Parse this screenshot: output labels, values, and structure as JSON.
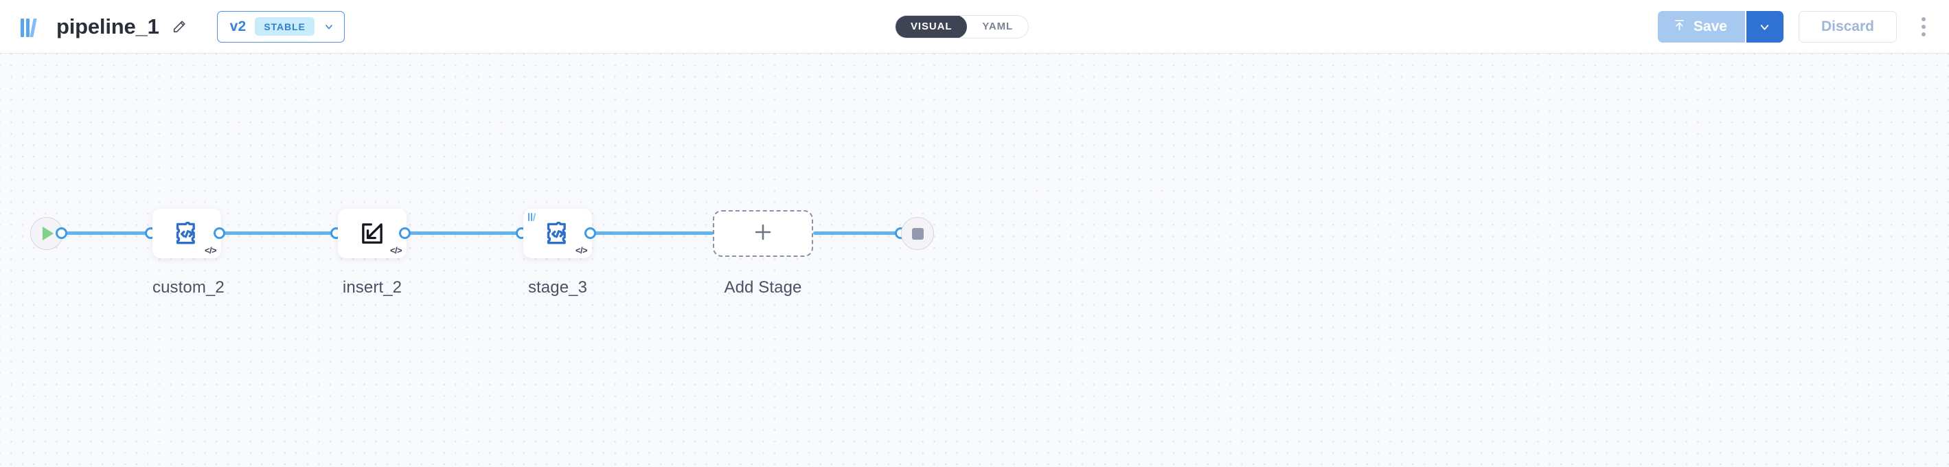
{
  "header": {
    "logo_icon": "brand-bars-logo",
    "title": "pipeline_1",
    "edit_icon": "pencil-icon",
    "version": {
      "label": "v2",
      "badge": "STABLE",
      "chevron_icon": "chevron-down-icon"
    },
    "mode_toggle": {
      "options": [
        {
          "label": "VISUAL",
          "active": true
        },
        {
          "label": "YAML",
          "active": false
        }
      ]
    },
    "actions": {
      "save_label": "Save",
      "save_icon": "upload-icon",
      "save_caret_icon": "chevron-down-icon",
      "discard_label": "Discard",
      "overflow_icon": "kebab-menu-icon"
    },
    "colors": {
      "accent_blue": "#3071d4",
      "save_disabled_blue": "#a8c9ef",
      "badge_bg": "#c9ecfb",
      "badge_text": "#2f7fd1",
      "toggle_active_bg": "#3f4455",
      "discard_text": "#9fb6d8"
    }
  },
  "canvas": {
    "background": "#f9fafd",
    "dot_color": "#e2e4ee",
    "wire_color": "#63b3ed",
    "port_color": "#3d9ae8",
    "start_node": {
      "name": "start-node",
      "icon": "play-icon",
      "icon_color": "#7ed08b"
    },
    "end_node": {
      "name": "end-node",
      "icon": "stop-square-icon",
      "icon_color": "#9599ad"
    },
    "stages": [
      {
        "label": "custom_2",
        "icon": "puzzle-code-icon",
        "code_badge": "</>",
        "has_brand_badge": false
      },
      {
        "label": "insert_2",
        "icon": "insert-arrow-into-square-icon",
        "code_badge": "</>",
        "has_brand_badge": false
      },
      {
        "label": "stage_3",
        "icon": "puzzle-code-icon",
        "code_badge": "</>",
        "has_brand_badge": true
      }
    ],
    "add_stage": {
      "label": "Add Stage",
      "icon": "plus-icon"
    }
  }
}
